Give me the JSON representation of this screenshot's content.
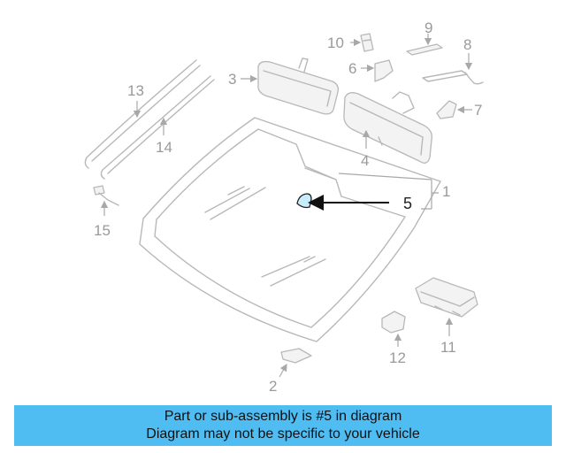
{
  "diagram": {
    "callouts": {
      "c1": "1",
      "c2": "2",
      "c3": "3",
      "c4": "4",
      "c5": "5",
      "c6": "6",
      "c7": "7",
      "c8": "8",
      "c9": "9",
      "c10": "10",
      "c11": "11",
      "c12": "12",
      "c13": "13",
      "c14": "14",
      "c15": "15"
    },
    "highlight_color": "#1a1a1a",
    "highlighted_part": "5"
  },
  "banner": {
    "line1": "Part or sub-assembly is #5 in diagram",
    "line2": "Diagram may not be specific to your vehicle",
    "background": "#4fbcf2"
  }
}
